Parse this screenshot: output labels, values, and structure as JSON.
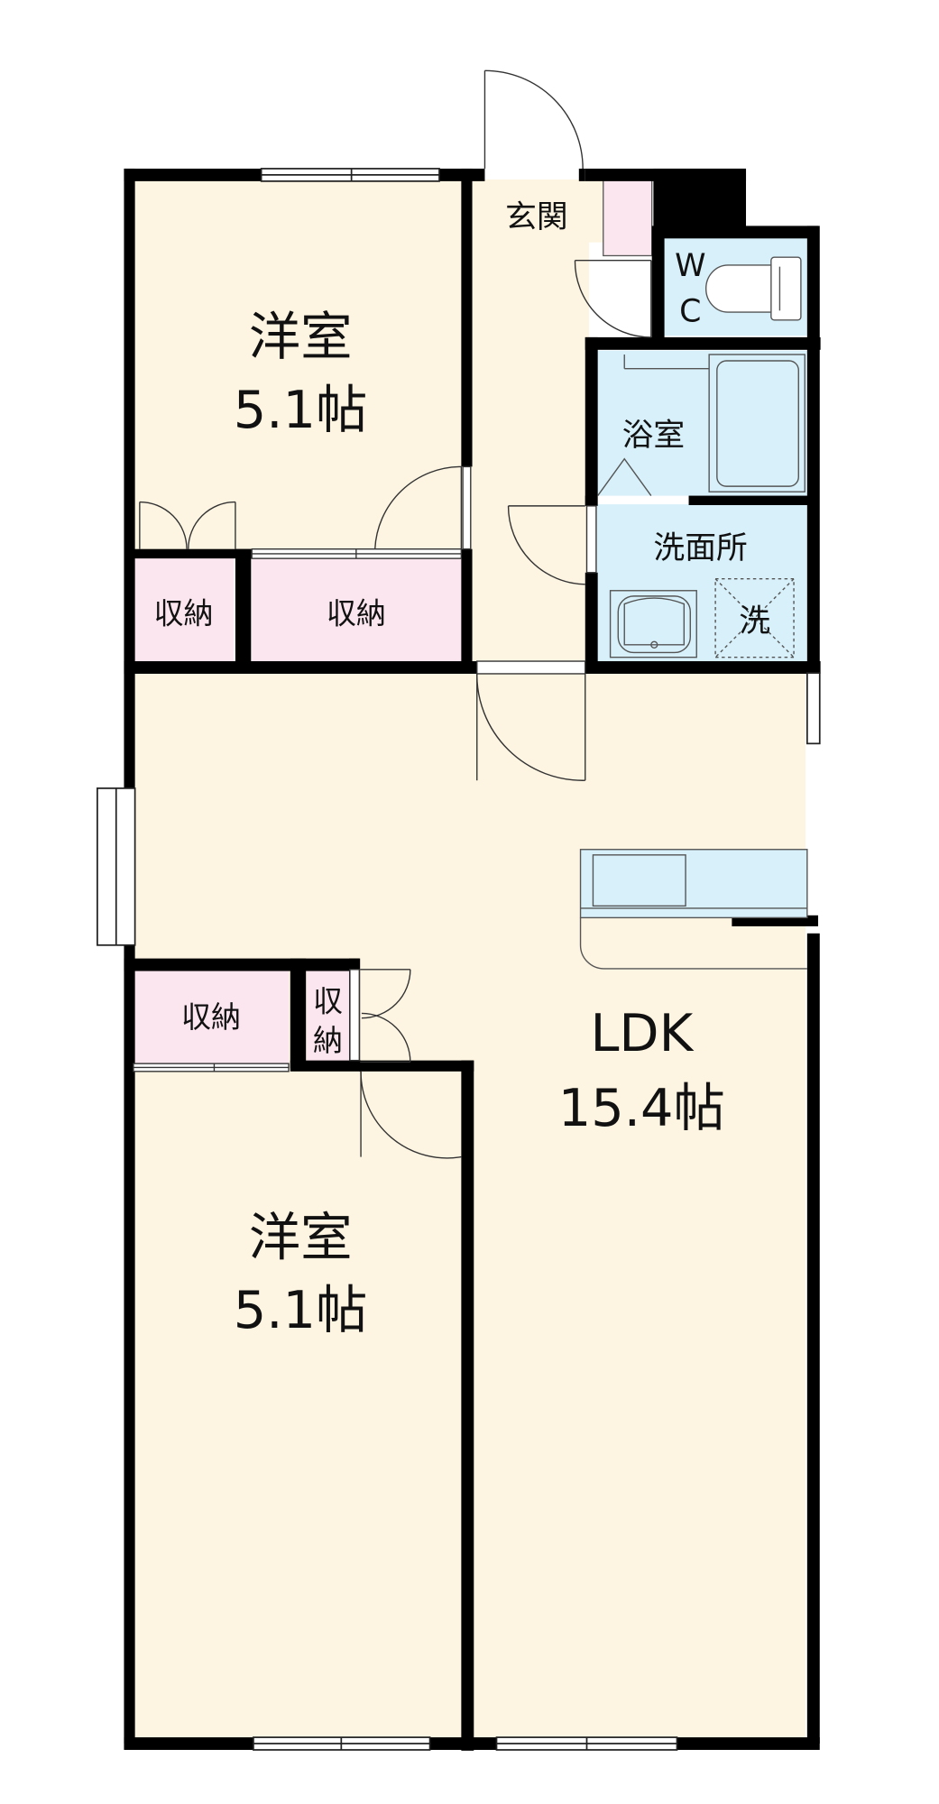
{
  "rooms": {
    "western_room_top": {
      "name": "洋室",
      "size": "5.1帖"
    },
    "western_room_bottom": {
      "name": "洋室",
      "size": "5.1帖"
    },
    "ldk": {
      "name": "LDK",
      "size": "15.4帖"
    },
    "entrance": {
      "name": "玄関"
    },
    "toilet": {
      "line1": "W",
      "line2": "C"
    },
    "bathroom": {
      "name": "浴室"
    },
    "washroom": {
      "name": "洗面所"
    },
    "washer": {
      "name": "洗"
    },
    "storage_top_left": {
      "name": "収納"
    },
    "storage_top_right": {
      "name": "収納"
    },
    "storage_bottom_left": {
      "name": "収納"
    },
    "storage_bottom_small": {
      "line1": "収",
      "line2": "納"
    }
  },
  "colors": {
    "room_floor": "#fdf4e2",
    "storage": "#fbe5ee",
    "wet_area": "#d7f0fa",
    "wall": "#000000",
    "fixture_line": "#555555"
  }
}
